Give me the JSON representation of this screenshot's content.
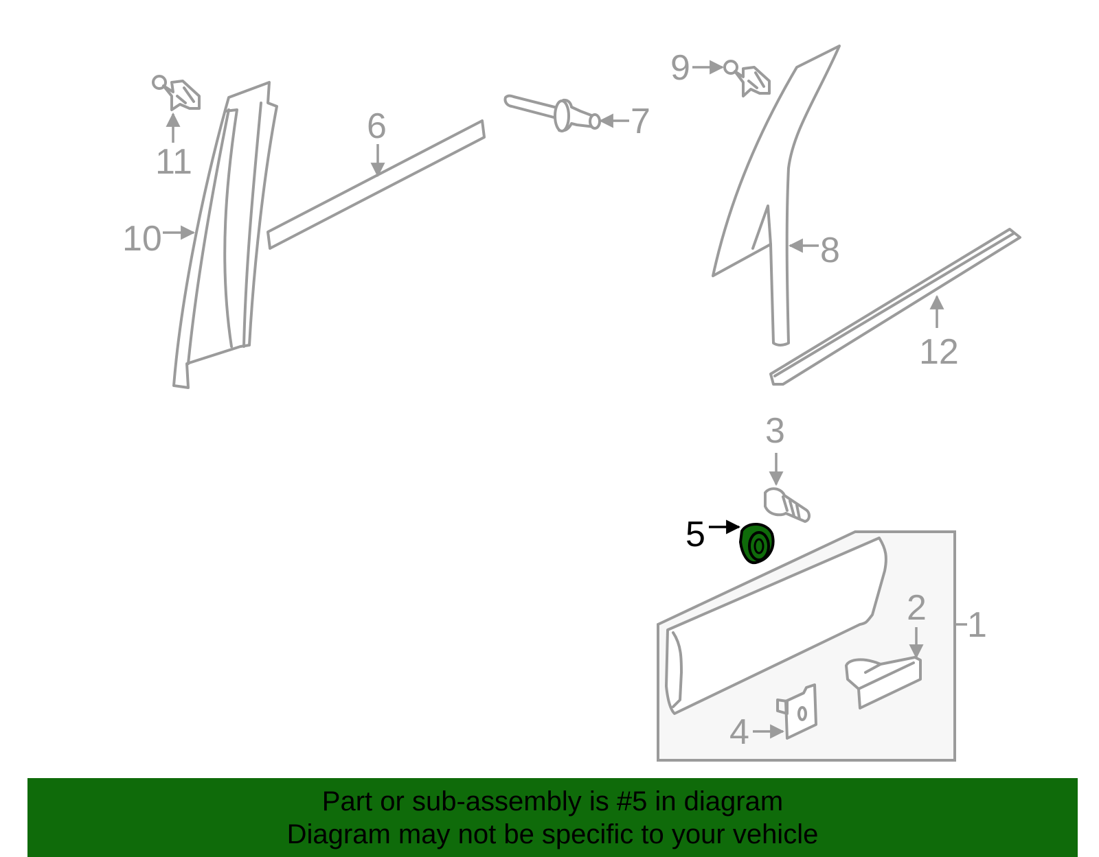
{
  "callouts": {
    "c1": "1",
    "c2": "2",
    "c3": "3",
    "c4": "4",
    "c5": "5",
    "c6": "6",
    "c7": "7",
    "c8": "8",
    "c9": "9",
    "c10": "10",
    "c11": "11",
    "c12": "12"
  },
  "highlight": {
    "part": "5",
    "color": "#0f6b0a"
  },
  "banner": {
    "line1": "Part or sub-assembly is #5 in diagram",
    "line2": "Diagram may not be specific to your vehicle",
    "background": "#0f6b0a"
  }
}
